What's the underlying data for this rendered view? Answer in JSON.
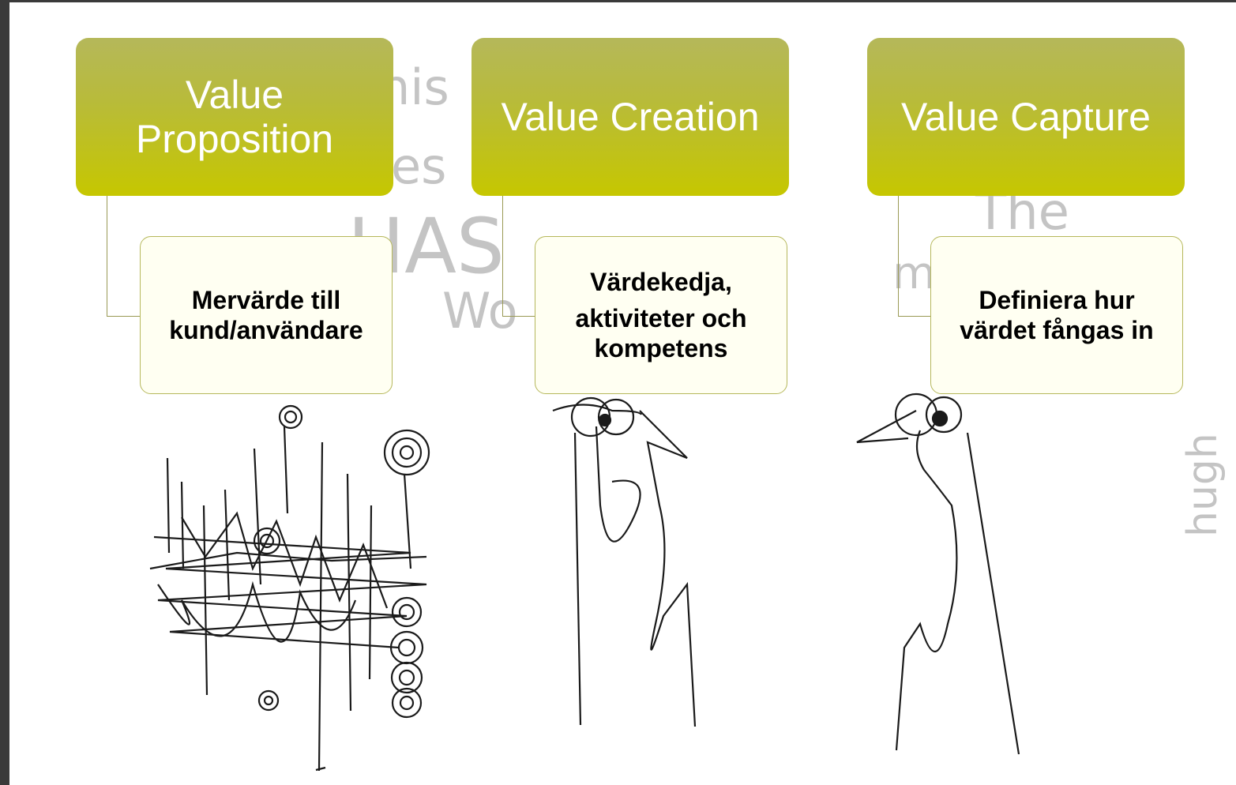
{
  "colors": {
    "header_fill": "#c6c700",
    "header_text": "#ffffff",
    "sub_border": "#b6b85c",
    "sub_fill": "#fffff2",
    "connector": "#9a9a55"
  },
  "columns": [
    {
      "header": "Value Proposition",
      "detail": "Mervärde till kund/användare"
    },
    {
      "header": "Value Creation",
      "detail_lines": [
        "Värdekedja,",
        "aktiviteter och kompetens"
      ]
    },
    {
      "header": "Value Capture",
      "detail": "Definiera hur värdet fångas in"
    }
  ],
  "background_sketch": {
    "kind": "hand-drawn cartoon",
    "handwriting": [
      "his",
      "es",
      "HAS",
      "Wo",
      "The",
      "money!!",
      "hugh"
    ]
  }
}
